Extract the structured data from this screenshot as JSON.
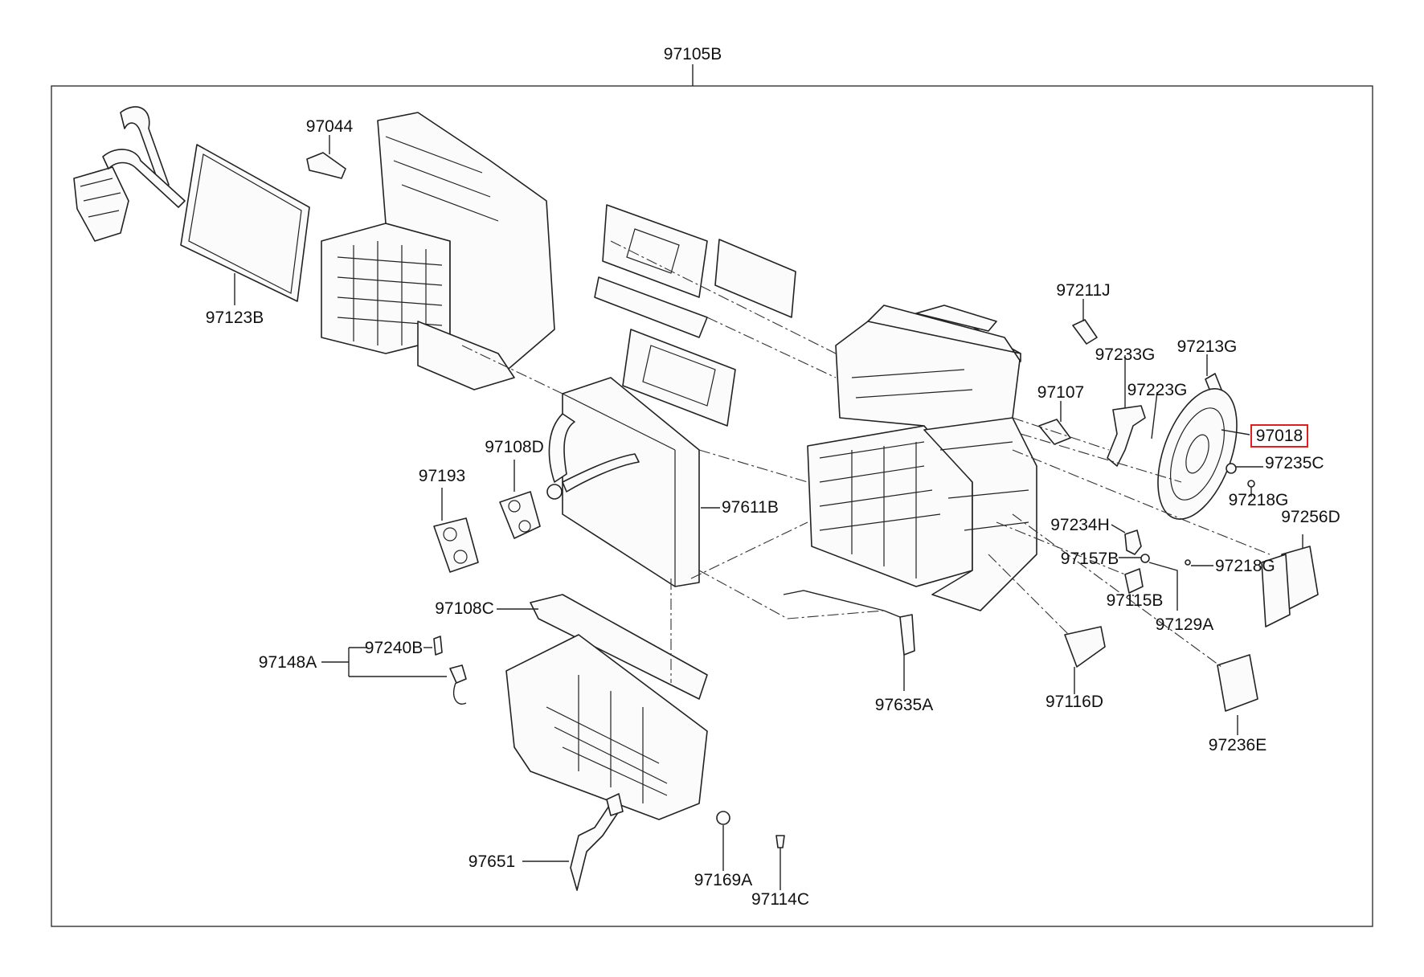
{
  "colors": {
    "ink": "#222222",
    "highlight": "#e02020"
  },
  "diagram": {
    "assembly_label": "97105B",
    "highlighted_part": "97018",
    "labels": {
      "p97105B": "97105B",
      "p97044": "97044",
      "p97123B": "97123B",
      "p97211J": "97211J",
      "p97233G": "97233G",
      "p97213G": "97213G",
      "p97107": "97107",
      "p97223G": "97223G",
      "p97018": "97018",
      "p97235C": "97235C",
      "p97218G_a": "97218G",
      "p97256D": "97256D",
      "p97108D": "97108D",
      "p97193": "97193",
      "p97611B": "97611B",
      "p97234H": "97234H",
      "p97157B": "97157B",
      "p97218G_b": "97218G",
      "p97115B": "97115B",
      "p97129A": "97129A",
      "p97108C": "97108C",
      "p97240B": "97240B",
      "p97148A": "97148A",
      "p97635A": "97635A",
      "p97116D": "97116D",
      "p97236E": "97236E",
      "p97651": "97651",
      "p97169A": "97169A",
      "p97114C": "97114C"
    }
  }
}
